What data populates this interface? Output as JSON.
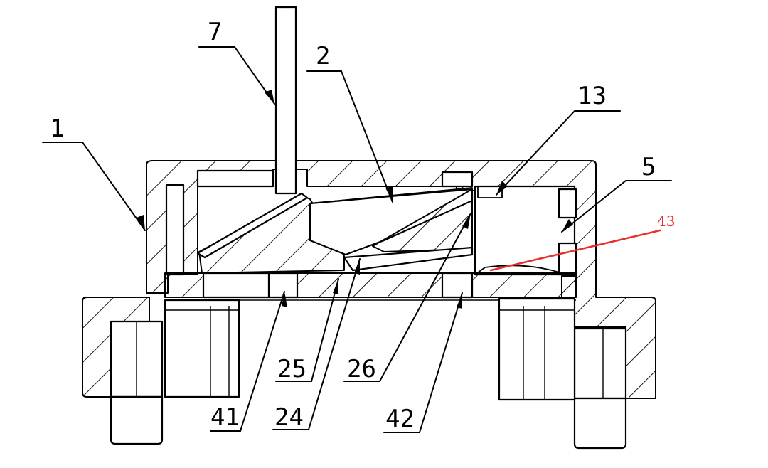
{
  "labels": {
    "l1": "1",
    "l2": "2",
    "l5": "5",
    "l7": "7",
    "l13": "13",
    "l24": "24",
    "l25": "25",
    "l26": "26",
    "l41": "41",
    "l42": "42",
    "l43": "43"
  },
  "colors": {
    "line": "#000000",
    "highlight": "#e8302f",
    "background": "#ffffff"
  }
}
